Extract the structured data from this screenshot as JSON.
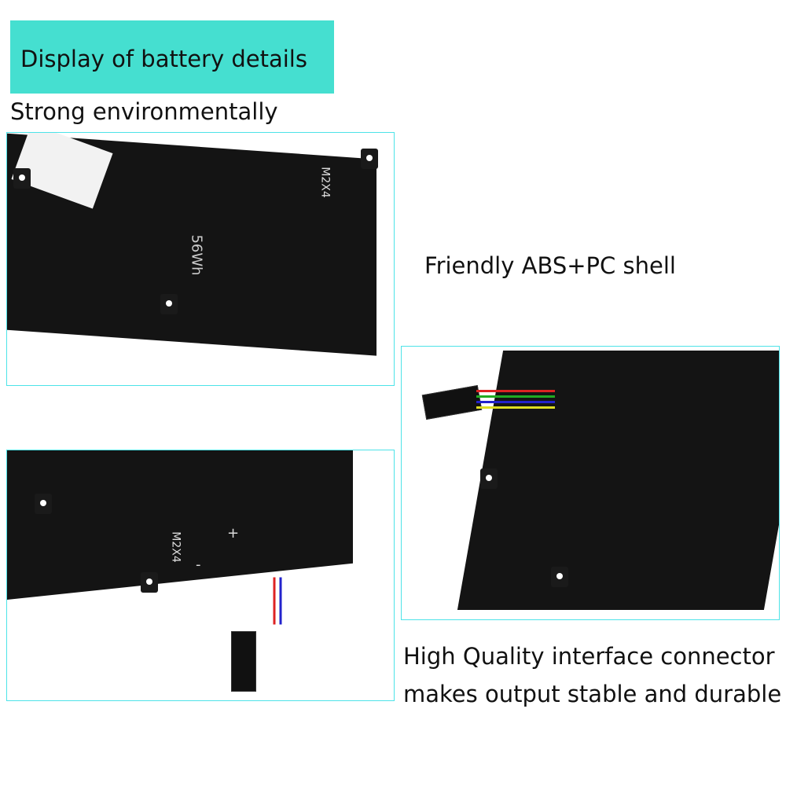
{
  "banner": {
    "title": "Display of battery details",
    "color": "#45dfd0"
  },
  "captions": {
    "strong": "Strong environmentally",
    "shell": "Friendly ABS+PC shell",
    "connector_line1": "High Quality interface connector",
    "connector_line2": "makes output stable and durable"
  },
  "panels": {
    "border_color": "#4de3e8",
    "label_top": {
      "capacity": "56Wh",
      "screw": "M2X4"
    },
    "label_bottom": {
      "screw": "M2X4",
      "plus": "+",
      "minus": "-"
    }
  },
  "wire_colors": [
    "#d22",
    "#e55",
    "#2a2",
    "#22c",
    "#dd2",
    "#888"
  ]
}
